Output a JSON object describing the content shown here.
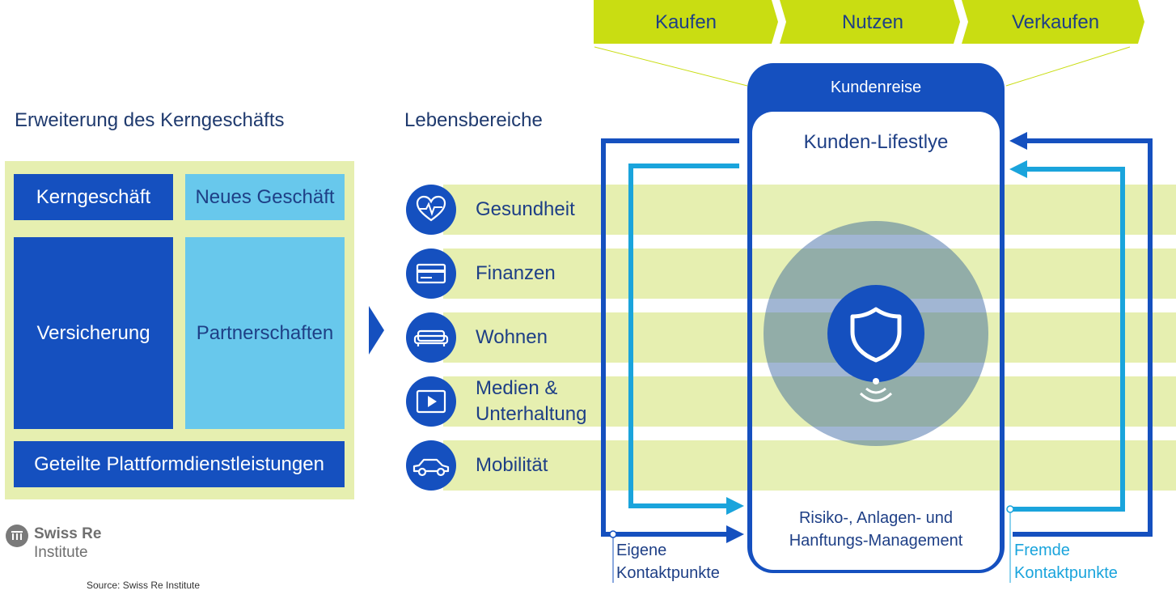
{
  "core": {
    "title": "Erweiterung des Kerngeschäfts",
    "kerngeschaeft": "Kerngeschäft",
    "neues_geschaeft": "Neues Geschäft",
    "versicherung": "Versicherung",
    "partnerschaften": "Partnerschaften",
    "plattform": "Geteilte Plattformdienstleistungen"
  },
  "life": {
    "title": "Lebensbereiche",
    "items": [
      {
        "label": "Gesundheit",
        "icon": "heart-pulse-icon"
      },
      {
        "label": "Finanzen",
        "icon": "credit-card-icon"
      },
      {
        "label": "Wohnen",
        "icon": "sofa-icon"
      },
      {
        "label": "Medien &",
        "label2": "Unterhaltung",
        "icon": "play-icon"
      },
      {
        "label": "Mobilität",
        "icon": "car-icon"
      }
    ]
  },
  "journey": {
    "steps": [
      "Kaufen",
      "Nutzen",
      "Verkaufen"
    ],
    "header": "Kundenreise",
    "lifestyle": "Kunden-Lifestlye",
    "risk_line1": "Risiko-, Anlagen- und",
    "risk_line2": "Hanftungs-Management",
    "own_line1": "Eigene",
    "own_line2": "Kontaktpunkte",
    "foreign_line1": "Fremde",
    "foreign_line2": "Kontaktpunkte"
  },
  "logo": {
    "name": "Swiss Re",
    "sub": "Institute"
  },
  "source": "Source:  Swiss Re Institute",
  "colors": {
    "dark_blue": "#1550bf",
    "light_blue": "#68c8ec",
    "lime": "#c9dd12",
    "band": "#e6efb0"
  }
}
